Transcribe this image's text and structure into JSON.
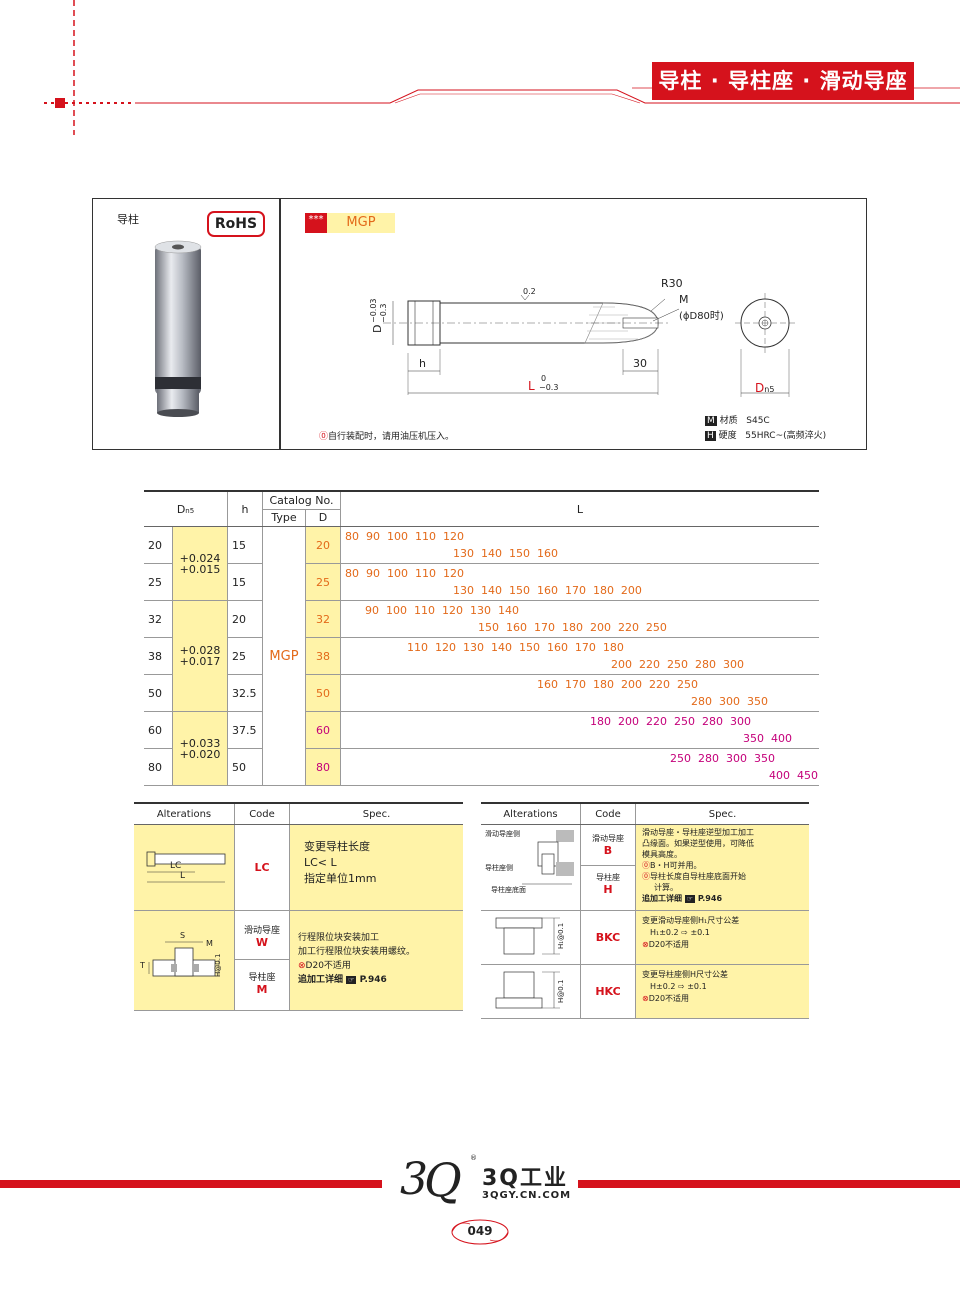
{
  "header": {
    "title": "导柱 · 导柱座 · 滑动导座"
  },
  "product": {
    "name": "导柱",
    "rohs": "RoHS",
    "stars": "***",
    "type": "MGP",
    "note": "自行装配时，请用油压机压入。",
    "material_label": "材质",
    "material_value": "S45C",
    "hardness_label": "硬度",
    "hardness_value": "55HRC~(高频淬火)",
    "dim_r30": "R30",
    "dim_m": "M",
    "dim_m2": "(ϕD80时)",
    "dim_02": "0.2",
    "dim_d": "D",
    "dim_d_tol1": "−0.03",
    "dim_d_tol2": "−0.3",
    "dim_h": "h",
    "dim_30": "30",
    "dim_l": "L",
    "dim_l_tol1": "0",
    "dim_l_tol2": "−0.3",
    "dim_dn5": "D",
    "dim_dn5_sub": "n5"
  },
  "main_table": {
    "headers": {
      "dn5": "D",
      "dn5_sub": "n5",
      "h": "h",
      "catalog": "Catalog  No.",
      "type": "Type",
      "d": "D",
      "l": "L"
    },
    "type_value": "MGP",
    "rows": [
      {
        "dn5": "20",
        "tol": [
          "+0.024",
          "+0.015"
        ],
        "h": "15",
        "d": "20",
        "l1": "80  90  100  110  120",
        "l2": "130  140  150  160",
        "mag": false
      },
      {
        "dn5": "25",
        "tol": null,
        "h": "15",
        "d": "25",
        "l1": "80  90  100  110  120",
        "l2": "130  140  150  160  170  180  200",
        "mag": false
      },
      {
        "dn5": "32",
        "tol": [
          "+0.028",
          "+0.017"
        ],
        "h": "20",
        "d": "32",
        "l1": "90  100  110  120  130  140",
        "l2": "150  160  170  180  200  220  250",
        "mag": false
      },
      {
        "dn5": "38",
        "tol": null,
        "h": "25",
        "d": "38",
        "l1": "110  120  130  140  150  160  170  180",
        "l2": "200  220  250  280  300",
        "mag": false
      },
      {
        "dn5": "50",
        "tol": null,
        "h": "32.5",
        "d": "50",
        "l1": "160  170  180  200  220  250",
        "l2": "280  300  350",
        "mag": false
      },
      {
        "dn5": "60",
        "tol": [
          "+0.033",
          "+0.020"
        ],
        "h": "37.5",
        "d": "60",
        "l1": "180  200  220  250  280  300",
        "l2": "350  400",
        "mag": true
      },
      {
        "dn5": "80",
        "tol": null,
        "h": "50",
        "d": "80",
        "l1": "250  280  300  350",
        "l2": "400  450",
        "mag": true
      }
    ]
  },
  "alt_left": {
    "headers": [
      "Alterations",
      "Code",
      "Spec."
    ],
    "row1": {
      "code": "LC",
      "spec": [
        "变更导柱长度",
        "LC< L",
        "指定单位1mm"
      ],
      "fig_lc": "LC",
      "fig_l": "L"
    },
    "row2": {
      "code1_label": "滑动导座",
      "code1": "W",
      "code2_label": "导柱座",
      "code2": "M",
      "spec": [
        "行程限位块安装加工",
        "加工行程限位块安装用螺纹。"
      ],
      "spec_no": "D20不适用",
      "spec_ref": "追加工详细",
      "spec_page": "P.946",
      "fig_s": "S",
      "fig_m": "M",
      "fig_t": "T",
      "fig_h": "H@0.1"
    }
  },
  "alt_right": {
    "headers": [
      "Alterations",
      "Code",
      "Spec."
    ],
    "row1": {
      "label_top": "滑动导座侧",
      "label_mid": "导柱座侧",
      "label_bot": "导柱座底面",
      "code1_label": "滑动导座",
      "code1": "B",
      "code2_label": "导柱座",
      "code2": "H",
      "spec": [
        "滑动导座・导柱座逆型加工加工",
        "凸缘面。如果逆型使用，可降低",
        "模具高度。"
      ],
      "spec_hint1": "B・H可并用。",
      "spec_hint2": "导柱长度自导柱座底面开始",
      "spec_hint3": "计算。",
      "spec_ref": "追加工详细",
      "spec_page": "P.946"
    },
    "row2": {
      "code": "BKC",
      "spec1": "变更滑动导座侧H₁尺寸公差",
      "spec2": "H₁±0.2 ⇨  ±0.1",
      "spec_no": "D20不适用",
      "fig": "H₁@0.1"
    },
    "row3": {
      "code": "HKC",
      "spec1": "变更导柱座侧H尺寸公差",
      "spec2": "H±0.2 ⇨  ±0.1",
      "spec_no": "D20不适用",
      "fig": "H@0.1"
    }
  },
  "footer": {
    "brand": "3Q工业",
    "url": "3QGY.CN.COM",
    "page": "049",
    "reg": "®"
  }
}
